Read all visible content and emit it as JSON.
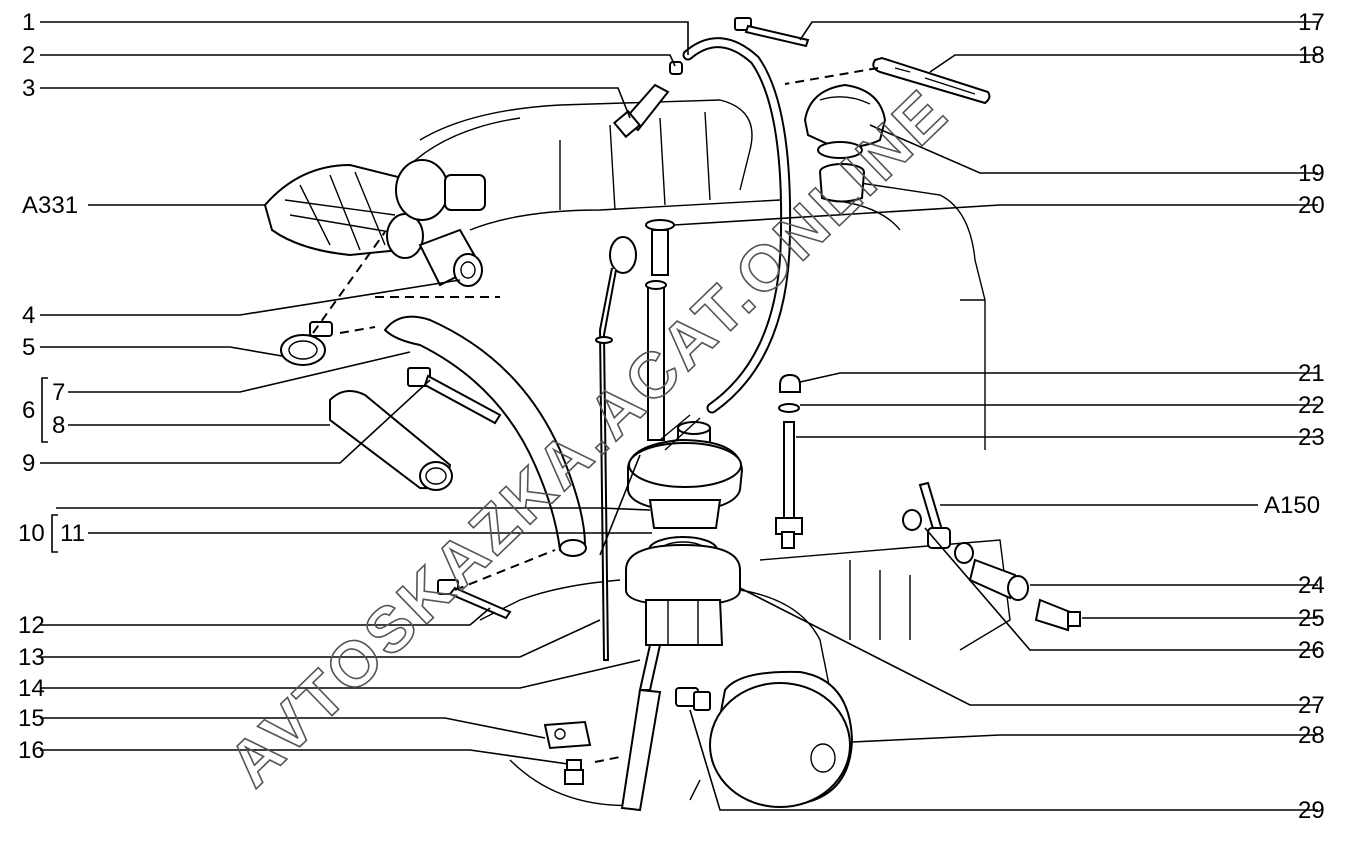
{
  "diagram": {
    "watermark": "AVTOSKAZKA.ACAT.ONLINE",
    "labels_left": [
      "1",
      "2",
      "3",
      "A331",
      "4",
      "5",
      "6",
      "7",
      "8",
      "9",
      "10",
      "11",
      "12",
      "13",
      "14",
      "15",
      "16"
    ],
    "labels_right": [
      "17",
      "18",
      "19",
      "20",
      "21",
      "22",
      "23",
      "A150",
      "24",
      "25",
      "26",
      "27",
      "28",
      "29"
    ]
  }
}
